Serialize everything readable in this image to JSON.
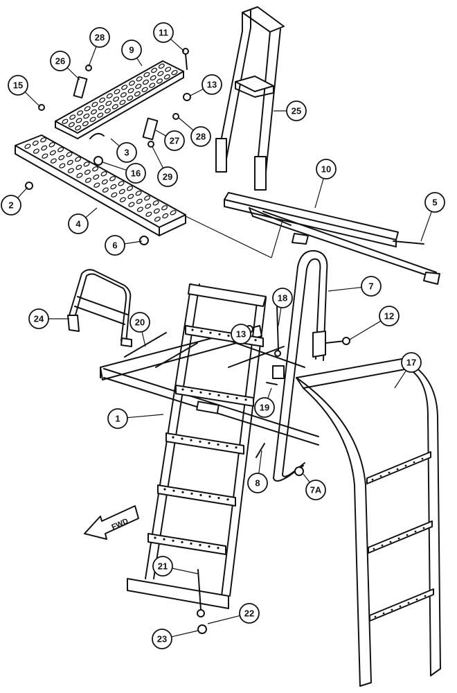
{
  "callouts": [
    {
      "id": "c11",
      "label": "11"
    },
    {
      "id": "c28a",
      "label": "28"
    },
    {
      "id": "c9",
      "label": "9"
    },
    {
      "id": "c26",
      "label": "26"
    },
    {
      "id": "c15",
      "label": "15"
    },
    {
      "id": "c13a",
      "label": "13"
    },
    {
      "id": "c25",
      "label": "25"
    },
    {
      "id": "c28b",
      "label": "28"
    },
    {
      "id": "c3",
      "label": "3"
    },
    {
      "id": "c27",
      "label": "27"
    },
    {
      "id": "c16",
      "label": "16"
    },
    {
      "id": "c29",
      "label": "29"
    },
    {
      "id": "c10",
      "label": "10"
    },
    {
      "id": "c2",
      "label": "2"
    },
    {
      "id": "c5",
      "label": "5"
    },
    {
      "id": "c4",
      "label": "4"
    },
    {
      "id": "c6",
      "label": "6"
    },
    {
      "id": "c7",
      "label": "7"
    },
    {
      "id": "c18",
      "label": "18"
    },
    {
      "id": "c24",
      "label": "24"
    },
    {
      "id": "c20",
      "label": "20"
    },
    {
      "id": "c13b",
      "label": "13"
    },
    {
      "id": "c12",
      "label": "12"
    },
    {
      "id": "c17",
      "label": "17"
    },
    {
      "id": "c19",
      "label": "19"
    },
    {
      "id": "c1",
      "label": "1"
    },
    {
      "id": "c8",
      "label": "8"
    },
    {
      "id": "c7a",
      "label": "7A"
    },
    {
      "id": "c21",
      "label": "21"
    },
    {
      "id": "c22",
      "label": "22"
    },
    {
      "id": "c23",
      "label": "23"
    }
  ],
  "direction_label": "FWD"
}
